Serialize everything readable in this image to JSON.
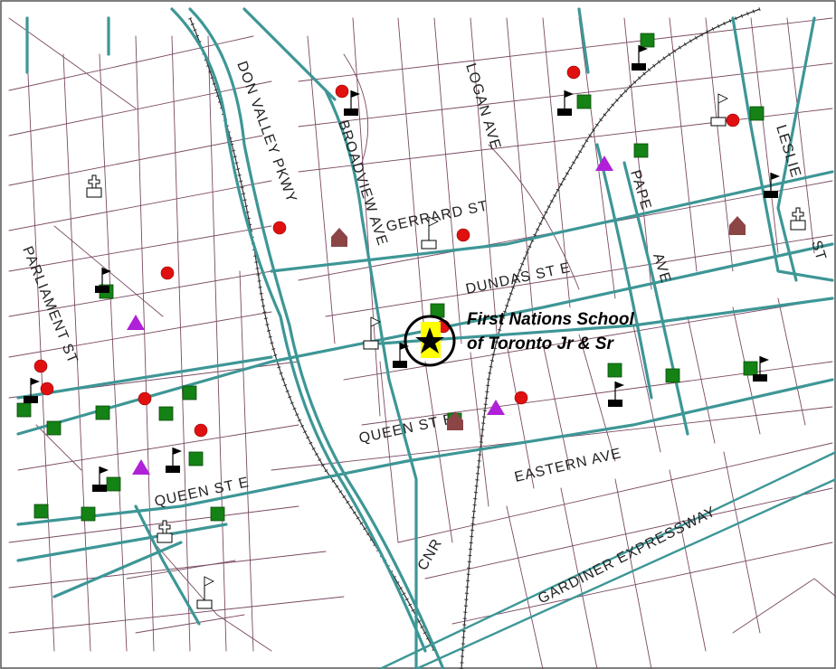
{
  "street_labels": {
    "don_valley": "DON VALLEY PKWY",
    "broadview": "BROADVIEW AVE",
    "logan": "LOGAN AVE",
    "gerrard": "GERRARD ST",
    "dundas": "DUNDAS ST E",
    "pape": "PAPE",
    "pape_ave": "AVE",
    "leslie": "LESLIE",
    "leslie_st": "ST",
    "parliament": "PARLIAMENT ST",
    "queen_east": "QUEEN  ST E",
    "queen_east_2": "QUEEN  ST E",
    "eastern": "EASTERN AVE",
    "cnr": "CNR",
    "gardiner": "GARDINER EXPRESSWAY"
  },
  "school": {
    "line1": "First Nations School",
    "line2": "of Toronto Jr & Sr"
  },
  "colors": {
    "street": "#7a4a63",
    "arterial": "#3e9696",
    "school_marker": "#2e8b2e",
    "red_marker": "#e01010",
    "triangle_marker": "#b020d8",
    "house_marker": "#8b4545",
    "highlight": "#ffff00"
  },
  "legend_symbols": [
    "green-square",
    "red-circle",
    "purple-triangle",
    "black-flag",
    "white-flag",
    "church-cross",
    "brown-house",
    "black-star"
  ]
}
